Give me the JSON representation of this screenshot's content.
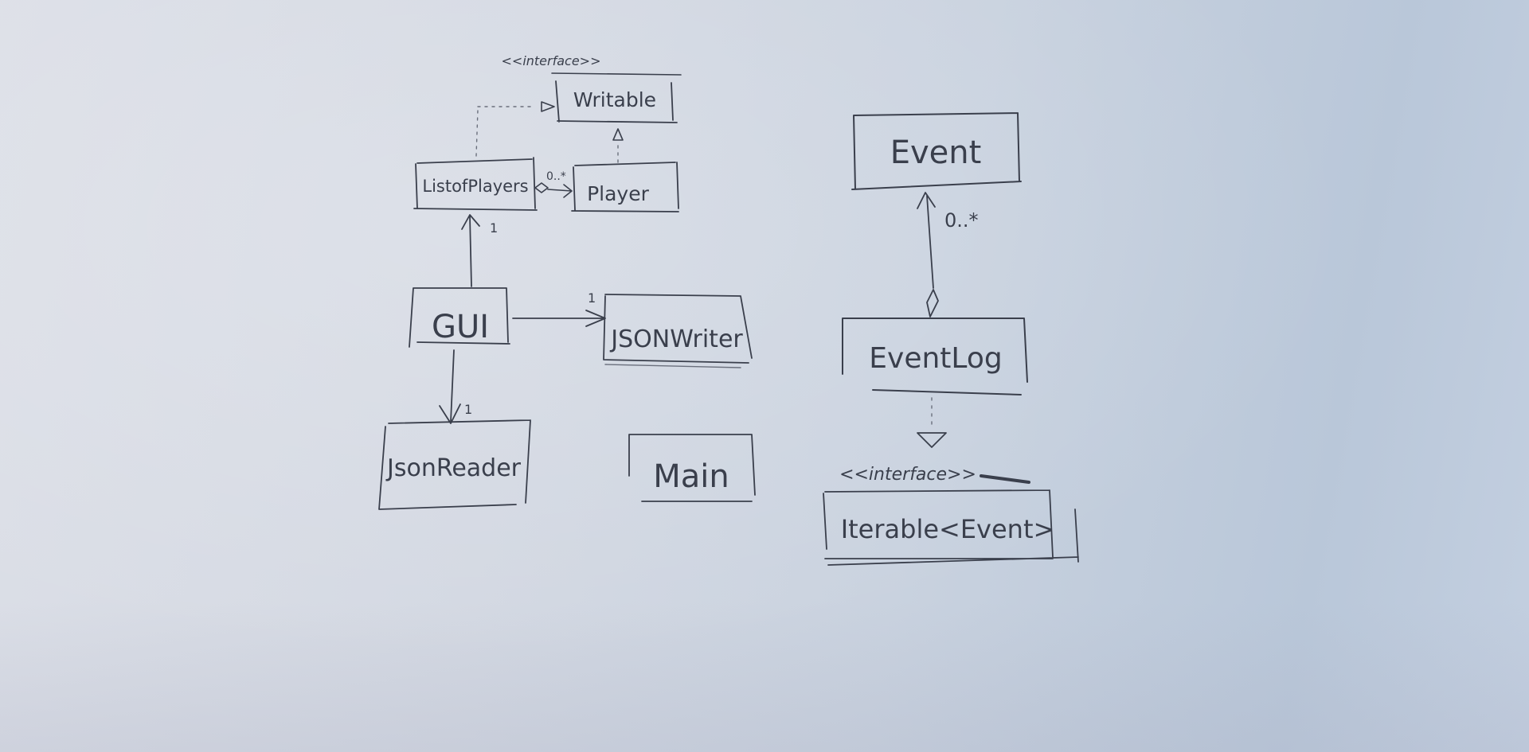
{
  "classes": {
    "writable": {
      "name": "Writable",
      "stereotype": "<<interface>>"
    },
    "list_of_players": {
      "name": "ListofPlayers"
    },
    "player": {
      "name": "Player"
    },
    "gui": {
      "name": "GUI"
    },
    "json_writer": {
      "name": "JSONWriter"
    },
    "json_reader": {
      "name": "JsonReader"
    },
    "main": {
      "name": "Main"
    },
    "event": {
      "name": "Event"
    },
    "event_log": {
      "name": "EventLog"
    },
    "iterable_event": {
      "name": "Iterable<Event>",
      "stereotype": "<<interface>>"
    }
  },
  "multiplicities": {
    "list_to_player": "0..*",
    "gui_to_list": "1",
    "gui_to_writer": "1",
    "gui_to_reader": "1",
    "eventlog_to_event": "0..*"
  },
  "colors": {
    "ink": "#3a3f4c",
    "paper": "#d3d8e2"
  }
}
